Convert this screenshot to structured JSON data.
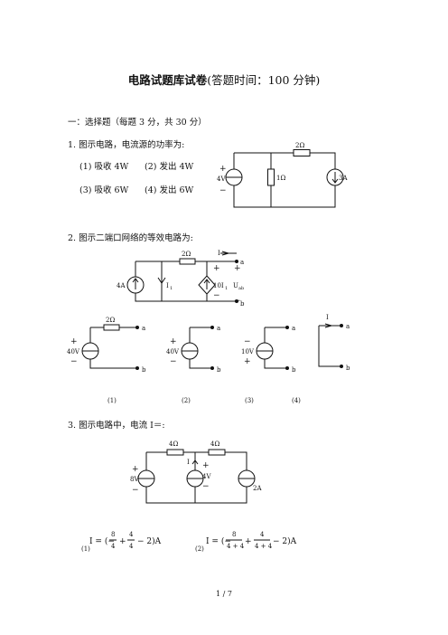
{
  "title_bold": "电路试题库试卷",
  "title_rest": "(答题时间：100 分钟)",
  "section": "一：选择题（每题 3 分，共 30 分）",
  "q1": {
    "stem": "1. 图示电路，电流源的功率为:",
    "options": [
      "(1) 吸收 4W",
      "(2) 发出 4W",
      "(3) 吸收 6W",
      "(4) 发出 6W"
    ],
    "labels": {
      "r_top": "2Ω",
      "r_mid": "1Ω",
      "v_src": "4V",
      "i_src": "3A",
      "plus": "+",
      "minus": "−"
    }
  },
  "q2": {
    "stem": "2. 图示二端口网络的等效电路为:",
    "labels": {
      "r": "2Ω",
      "i_label": "I",
      "node_a": "a",
      "node_b": "b",
      "i_src": "4A",
      "i1": "I",
      "i1_sub": "1",
      "dep": "10I",
      "dep_sub": "1",
      "uab": "U",
      "uab_sub": "ab",
      "plus": "+",
      "minus": "−"
    },
    "choices": {
      "c1": {
        "r": "2Ω",
        "v": "40V",
        "a": "a",
        "b": "b"
      },
      "c2": {
        "v": "40V",
        "a": "a",
        "b": "b"
      },
      "c3": {
        "v": "10V",
        "a": "a",
        "b": "b"
      },
      "c4": {
        "i": "I",
        "a": "a",
        "b": "b"
      }
    },
    "choice_labels": [
      "(1)",
      "(2)",
      "(3)",
      "(4)"
    ]
  },
  "q3": {
    "stem": "3. 图示电路中，电流 I＝:",
    "labels": {
      "r1": "4Ω",
      "r2": "4Ω",
      "v1": "8V",
      "v2": "4V",
      "i": "I",
      "i_src": "2A",
      "plus": "+",
      "minus": "−"
    },
    "formula1": {
      "num": "(1)",
      "lhs": "I = (−",
      "f1_num": "8",
      "f1_den": "4",
      "op": "+",
      "f2_num": "4",
      "f2_den": "4",
      "tail": "− 2)A"
    },
    "formula2": {
      "num": "(2)",
      "lhs": "I = (−",
      "f1_num": "8",
      "f1_den": "4 + 4",
      "op": "+",
      "f2_num": "4",
      "f2_den": "4 + 4",
      "tail": "− 2)A"
    }
  },
  "footer": "1 / 7"
}
